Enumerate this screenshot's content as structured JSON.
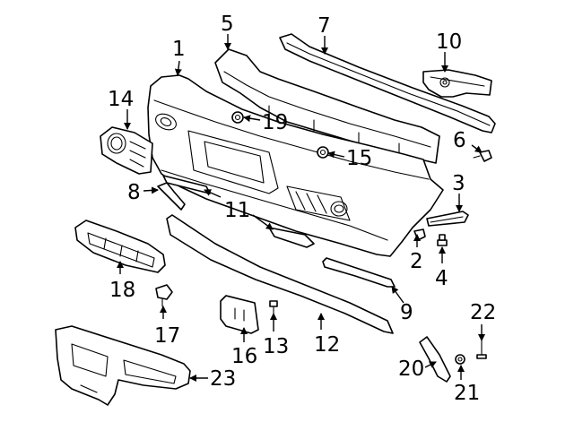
{
  "diagram": {
    "callouts": [
      {
        "id": "1",
        "label": "1"
      },
      {
        "id": "2",
        "label": "2"
      },
      {
        "id": "3",
        "label": "3"
      },
      {
        "id": "4",
        "label": "4"
      },
      {
        "id": "5",
        "label": "5"
      },
      {
        "id": "6",
        "label": "6"
      },
      {
        "id": "7",
        "label": "7"
      },
      {
        "id": "8",
        "label": "8"
      },
      {
        "id": "9",
        "label": "9"
      },
      {
        "id": "10",
        "label": "10"
      },
      {
        "id": "11",
        "label": "11"
      },
      {
        "id": "12",
        "label": "12"
      },
      {
        "id": "13",
        "label": "13"
      },
      {
        "id": "14",
        "label": "14"
      },
      {
        "id": "15",
        "label": "15"
      },
      {
        "id": "16",
        "label": "16"
      },
      {
        "id": "17",
        "label": "17"
      },
      {
        "id": "18",
        "label": "18"
      },
      {
        "id": "19",
        "label": "19"
      },
      {
        "id": "20",
        "label": "20"
      },
      {
        "id": "21",
        "label": "21"
      },
      {
        "id": "22",
        "label": "22"
      },
      {
        "id": "23",
        "label": "23"
      }
    ],
    "colors": {
      "ink": "#000000",
      "paper": "#ffffff"
    }
  }
}
